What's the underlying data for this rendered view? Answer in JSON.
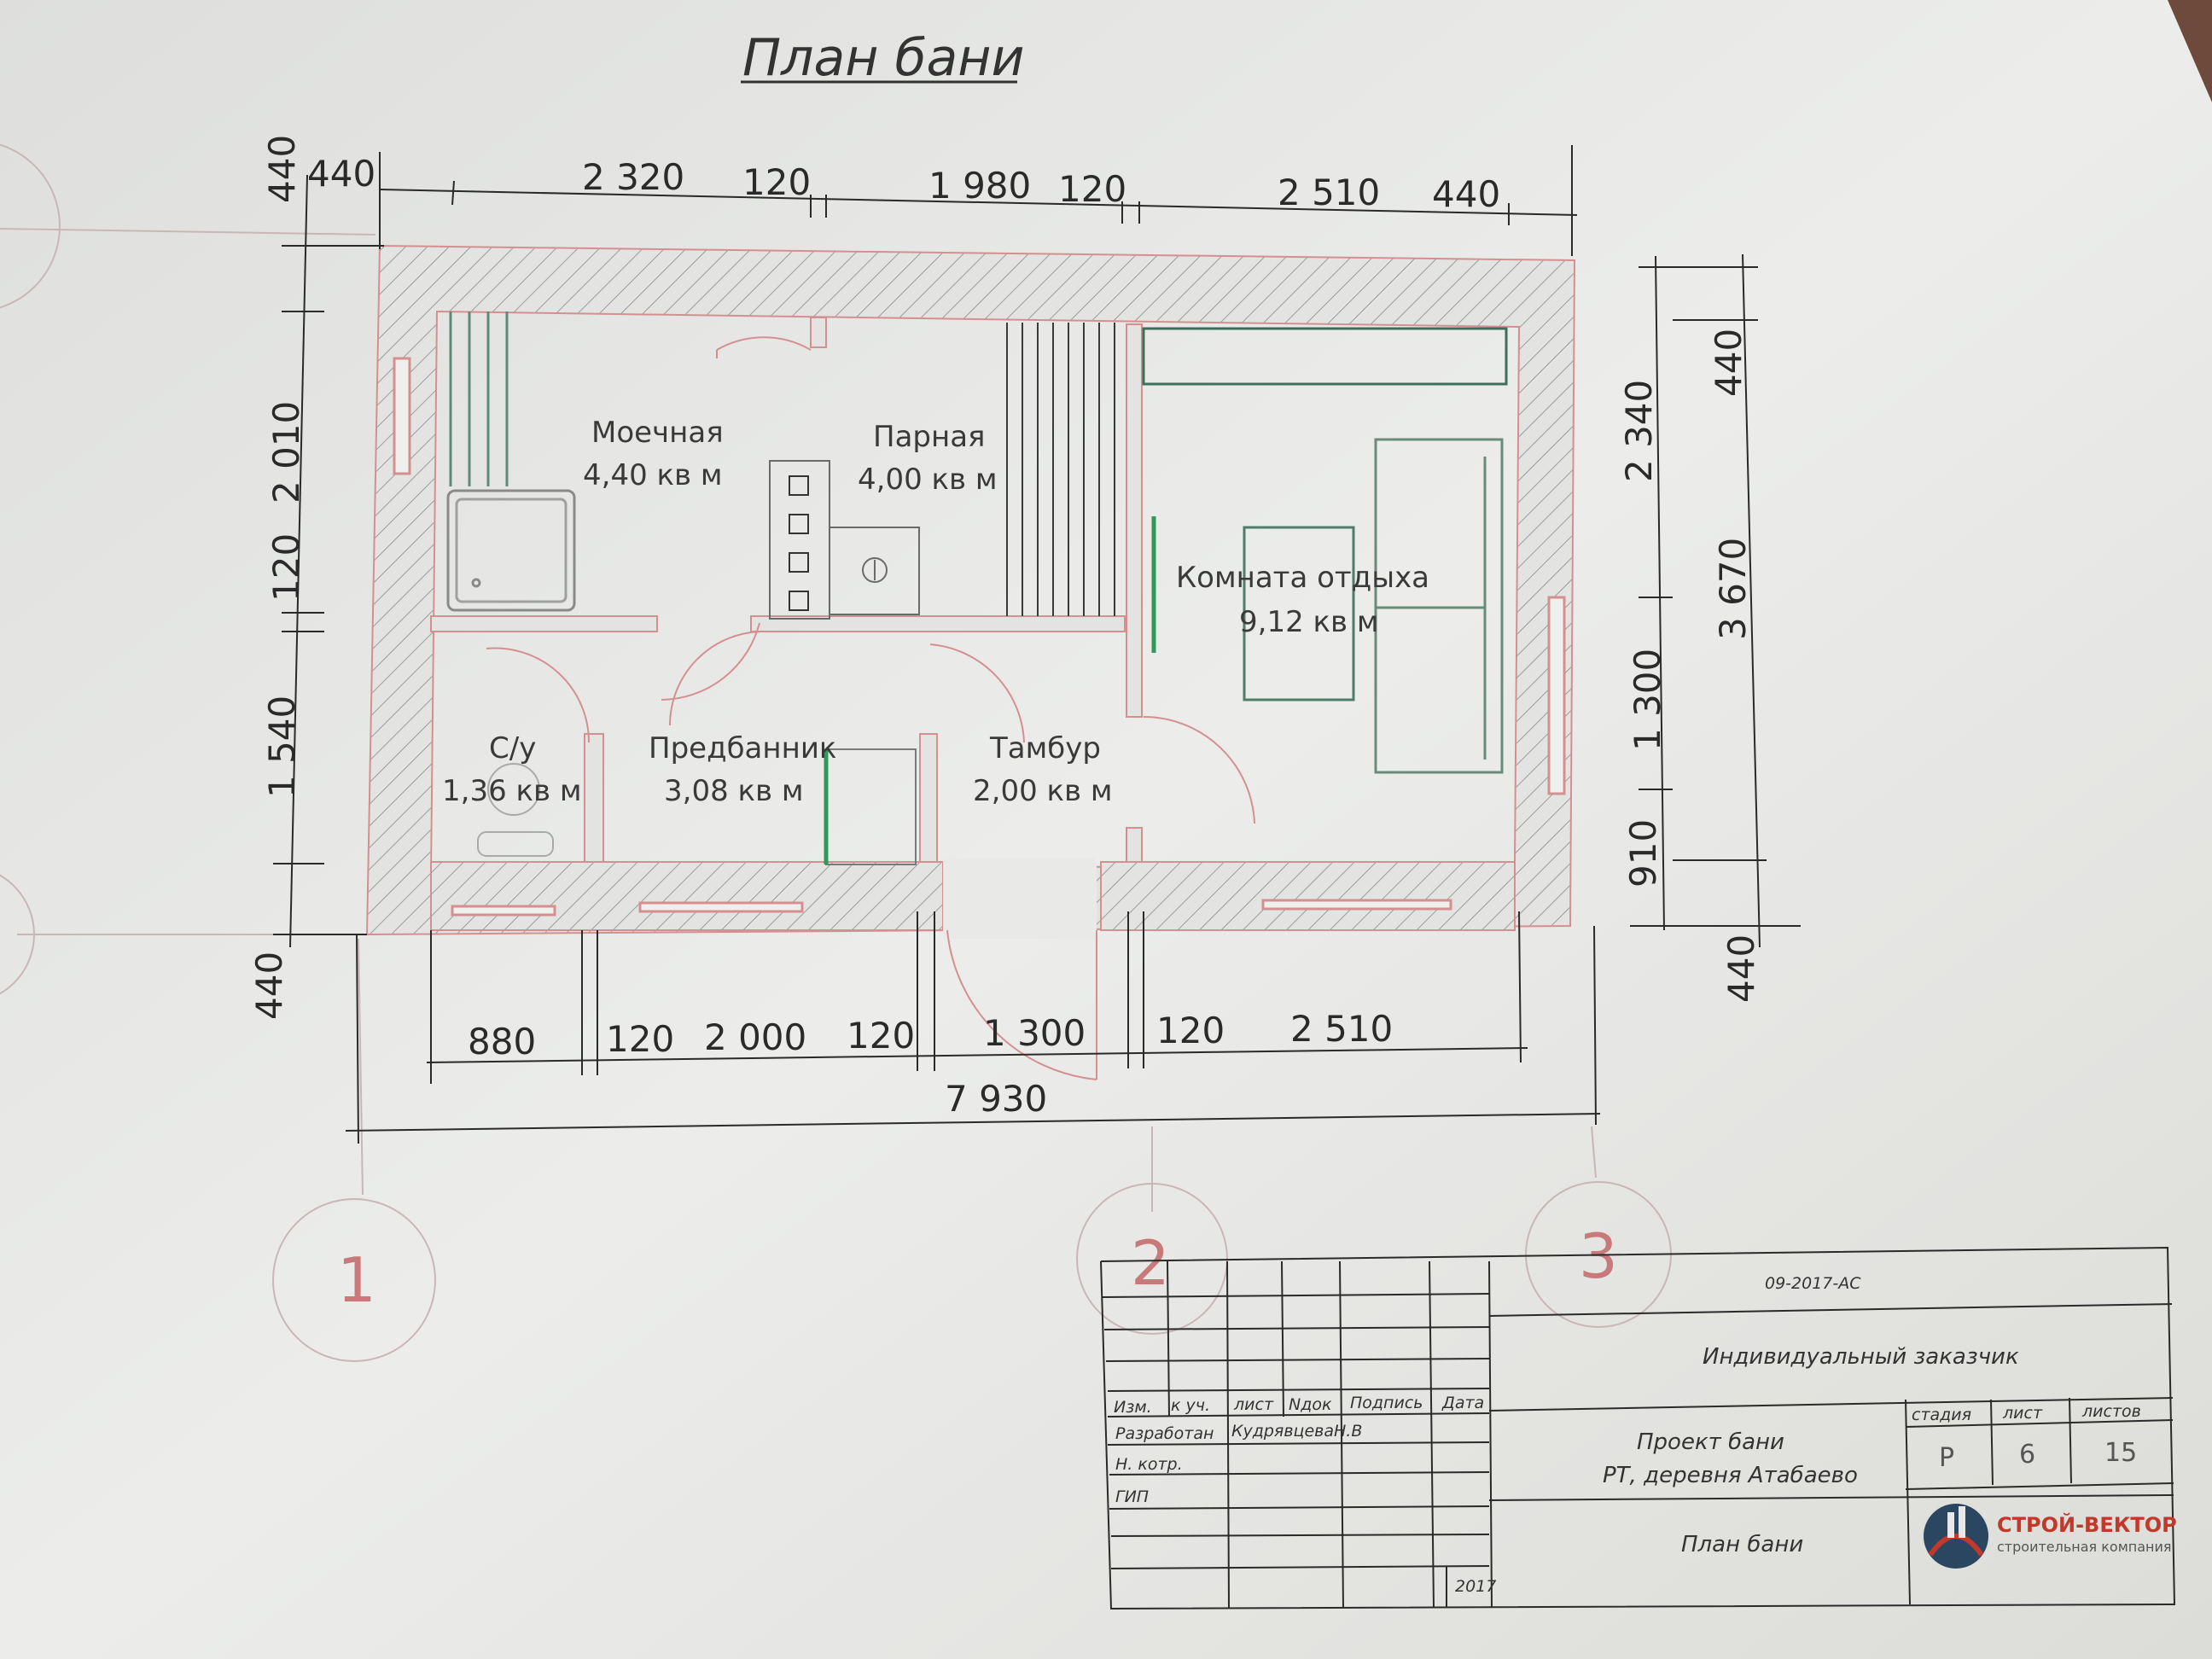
{
  "plan": {
    "title": "План бани",
    "rooms": [
      {
        "name": "Моечная",
        "area": "4,40 кв м"
      },
      {
        "name": "Парная",
        "area": "4,00 кв м"
      },
      {
        "name": "Комната отдыха",
        "area": "9,12 кв м"
      },
      {
        "name": "С/у",
        "area": "1,36 кв м"
      },
      {
        "name": "Предбанник",
        "area": "3,08 кв м"
      },
      {
        "name": "Тамбур",
        "area": "2,00 кв м"
      }
    ],
    "dimensions": {
      "top": [
        "440",
        "2 320",
        "120",
        "1 980",
        "120",
        "2 510",
        "440"
      ],
      "left": [
        "440",
        "2 010",
        "120",
        "1 540",
        "440"
      ],
      "right_inner": [
        "2 340",
        "1 300",
        "910"
      ],
      "right_outer": [
        "440",
        "3 670",
        "440"
      ],
      "bottom": [
        "880",
        "120",
        "2 000",
        "120",
        "1 300",
        "120",
        "2 510"
      ],
      "total": "7 930"
    },
    "axes": [
      "1",
      "2",
      "3"
    ]
  },
  "title_block": {
    "doc_code": "09-2017-АС",
    "customer": "Индивидуальный заказчик",
    "headers": [
      "Изм.",
      "к уч.",
      "лист",
      "Nдок",
      "Подпись",
      "Дата"
    ],
    "roles": [
      "Разработан",
      "Н. котр.",
      "ГИП"
    ],
    "developer": "КудрявцеваН.В",
    "project": "Проект бани",
    "location": "РТ, деревня Атабаево",
    "sheet_title": "План бани",
    "year": "2017",
    "stage_label": "стадия",
    "sheet_label": "лист",
    "sheets_label": "листов",
    "stage": "Р",
    "sheet": "6",
    "sheets": "15",
    "company": "СТРОЙ-ВЕКТОР",
    "company_sub": "строительная компания"
  },
  "colors": {
    "paper": "#e7e8e6",
    "wall_line": "#d49090",
    "hatch": "#b0b0b0",
    "ink": "#2a2a2a",
    "furniture": "#5e8a7a",
    "axis": "#c87a7a"
  }
}
